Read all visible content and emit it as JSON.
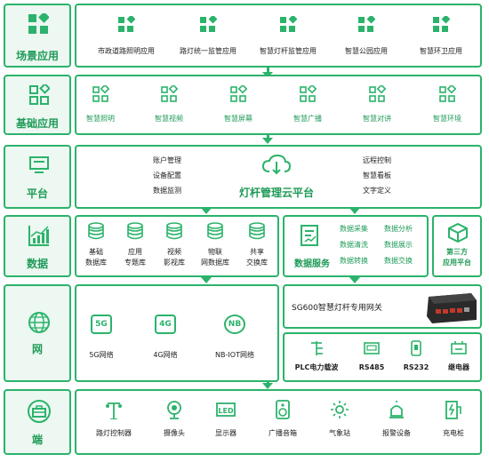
{
  "layers": {
    "scene": "场景应用",
    "basic": "基础应用",
    "platform": "平台",
    "data": "数据",
    "network": "网",
    "terminal": "端"
  },
  "scene_apps": [
    "市政道路照明应用",
    "路灯统一监管应用",
    "智慧灯杆监管应用",
    "智慧公园应用",
    "智慧环卫应用"
  ],
  "basic_apps": [
    "智慧照明",
    "智慧视频",
    "智慧屏幕",
    "智慧广播",
    "智慧对讲",
    "智慧环境"
  ],
  "platform": {
    "left_items": [
      "账户管理",
      "设备配置",
      "数据监测"
    ],
    "right_items": [
      "远程控制",
      "智慧看板",
      "文字定义"
    ],
    "title": "灯杆管理云平台"
  },
  "databases": [
    {
      "l1": "基础",
      "l2": "数据库"
    },
    {
      "l1": "应用",
      "l2": "专题库"
    },
    {
      "l1": "视频",
      "l2": "影视库"
    },
    {
      "l1": "物联",
      "l2": "网数据库"
    },
    {
      "l1": "共享",
      "l2": "交换库"
    }
  ],
  "data_service": {
    "title": "数据服务",
    "items": [
      "数据采集",
      "数据分析",
      "数据清洗",
      "数据展示",
      "数据转换",
      "数据交换"
    ]
  },
  "third_party": {
    "l1": "第三方",
    "l2": "应用平台"
  },
  "networks": [
    {
      "badge": "5G",
      "label": "5G网络"
    },
    {
      "badge": "4G",
      "label": "4G网络"
    },
    {
      "badge": "NB",
      "label": "NB-IOT网络"
    }
  ],
  "gateway": "SG600智慧灯杆专用网关",
  "interfaces": [
    "PLC电力载波",
    "RS485",
    "RS232",
    "继电器"
  ],
  "terminals": [
    "路灯控制器",
    "摄像头",
    "显示器",
    "广播音箱",
    "气象站",
    "报警设备",
    "充电桩"
  ],
  "colors": {
    "accent": "#2bb36b",
    "accent_dark": "#1f9a58",
    "panel": "#ecf8f1"
  }
}
